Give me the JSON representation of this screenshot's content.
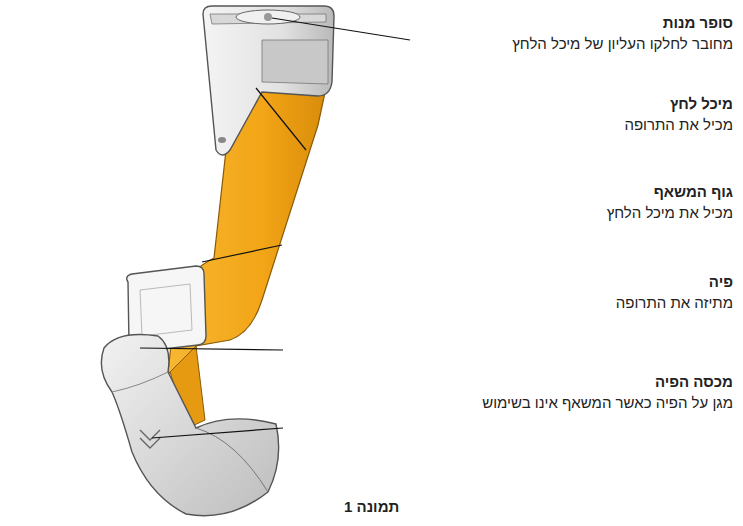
{
  "diagram": {
    "caption": "תמונה 1",
    "labels": [
      "סופר מנות",
      "מחובר לחלקו העליון של מיכל הלחץ",
      "מיכל לחץ",
      "מכיל את התרופה",
      "גוף המשאף",
      "מכיל את מיכל הלחץ",
      "פיה",
      "מתיזה את התרופה",
      "מכסה הפיה",
      "מגן על הפיה כאשר המשאף אינו בשימוש"
    ]
  }
}
